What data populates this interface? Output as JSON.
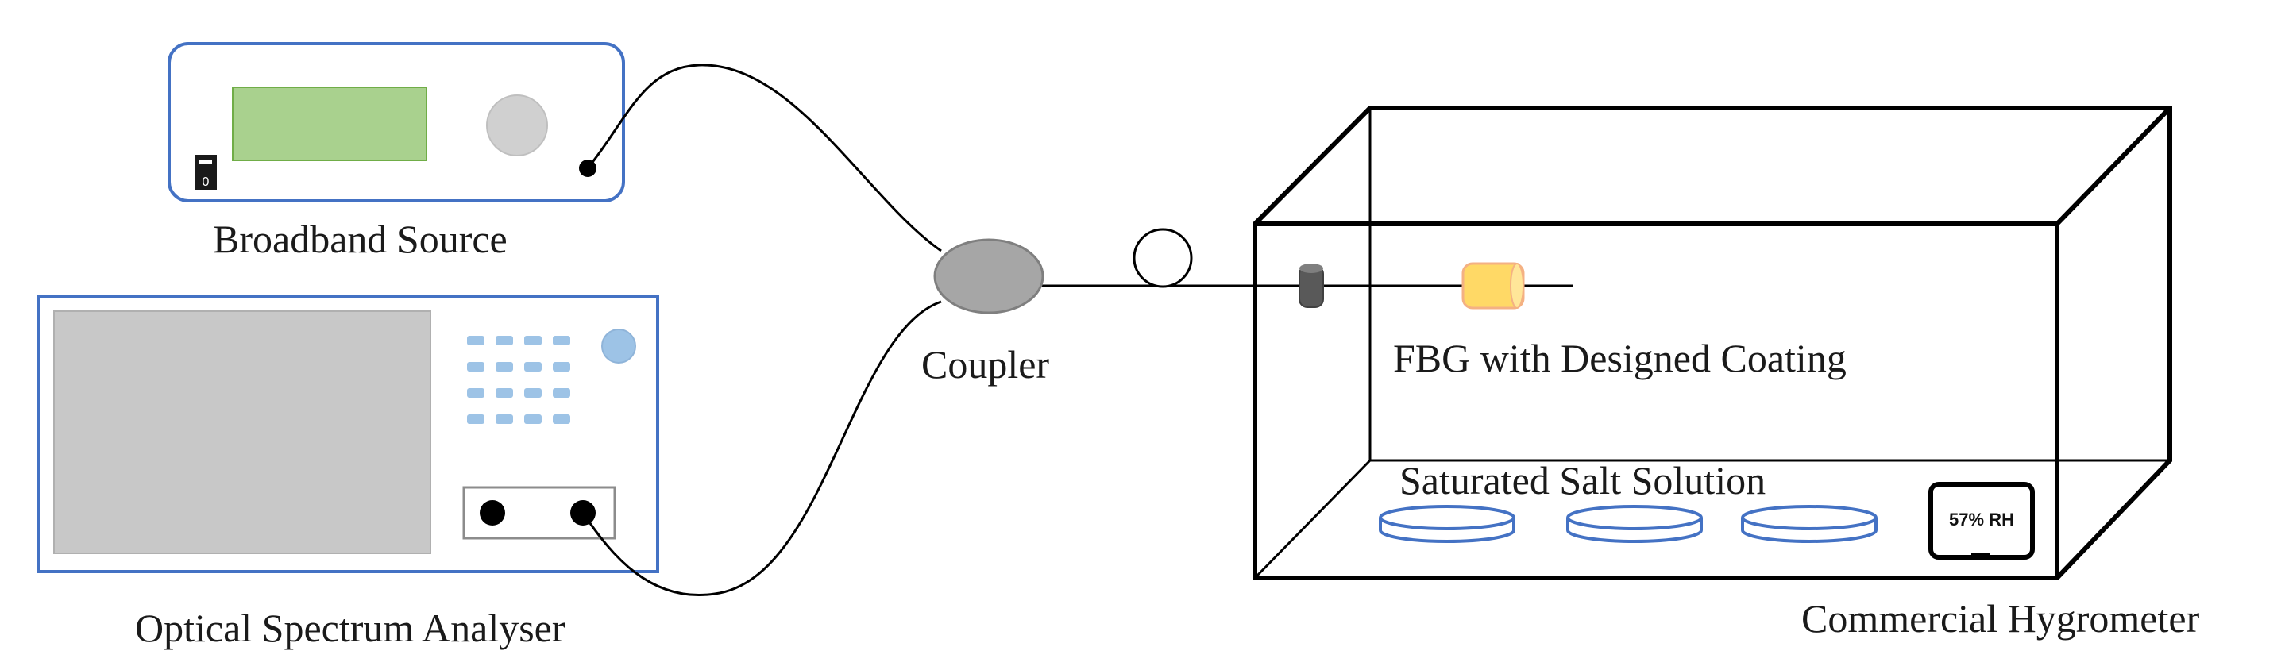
{
  "labels": {
    "broadband_source": "Broadband Source",
    "optical_spectrum_analyser": "Optical Spectrum Analyser",
    "coupler": "Coupler",
    "fbg_coating": "FBG with Designed Coating",
    "saturated_salt_solution": "Saturated Salt Solution",
    "commercial_hygrometer": "Commercial Hygrometer"
  },
  "hygrometer_display": "57% RH",
  "power_switch_text": "0",
  "colors": {
    "device_outline": "#4472c4",
    "display_green": "#a9d18e",
    "knob_gray": "#d0d0d0",
    "osa_screen": "#c8c8c8",
    "button_blue": "#9dc3e6",
    "coupler_gray": "#a6a6a6",
    "fbg_yellow": "#ffd966",
    "fbg_outline": "#f4b183",
    "dish_outline": "#4472c4",
    "line": "#000000"
  }
}
